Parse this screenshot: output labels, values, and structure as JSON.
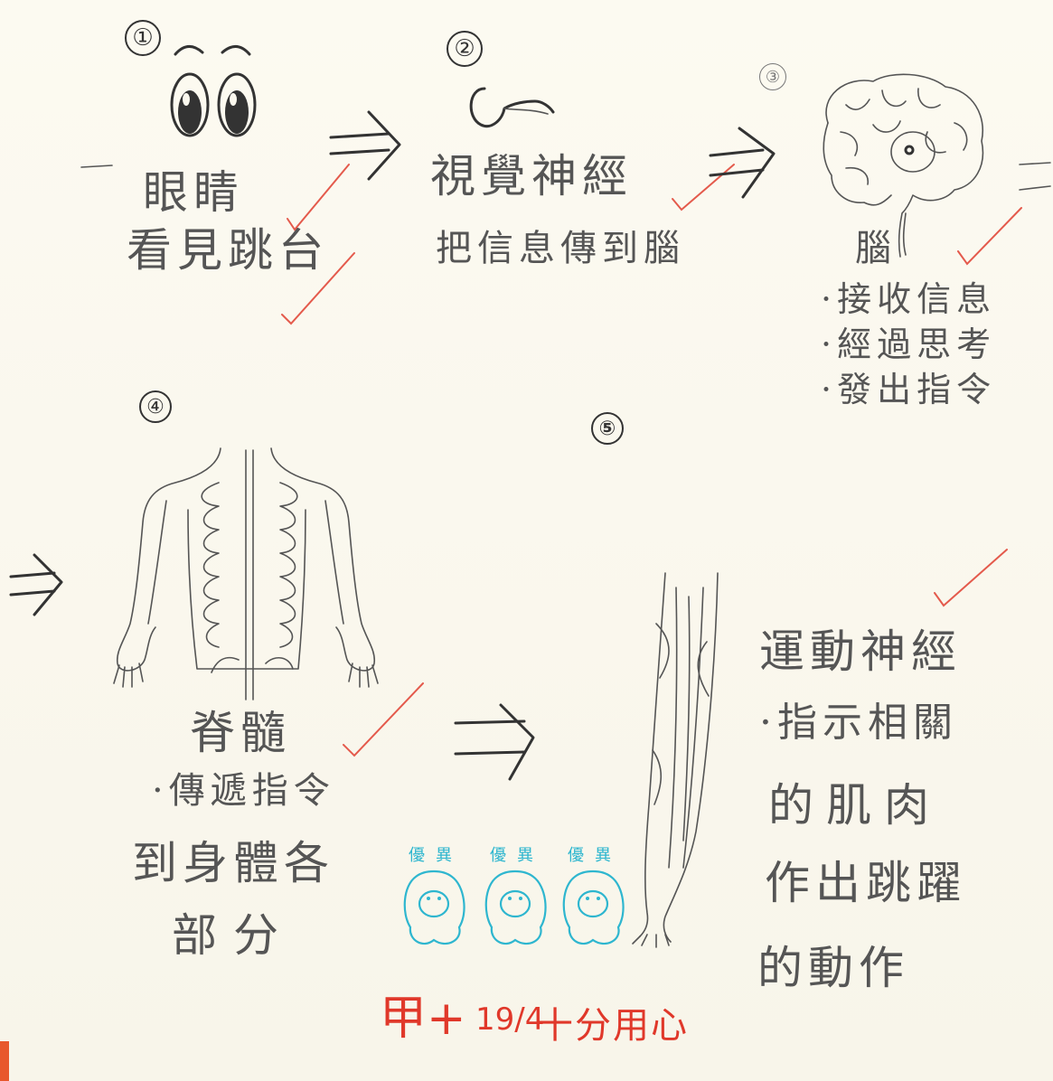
{
  "steps": [
    {
      "number": "①",
      "lines": [
        "眼睛",
        "看見跳台"
      ]
    },
    {
      "number": "②",
      "lines": [
        "視覺神經",
        "把信息傳到腦"
      ]
    },
    {
      "number": "③",
      "lines": [
        "腦",
        "·接收信息",
        "·經過思考",
        "·發出指令"
      ]
    },
    {
      "number": "④",
      "lines": [
        "脊髓",
        "·傳遞指令",
        "到身體各",
        "部分"
      ]
    },
    {
      "number": "⑤",
      "lines": [
        "運動神經",
        "·指示相關",
        "的肌肉",
        "作出跳躍",
        "的動作"
      ]
    }
  ],
  "arrow_glyph": "⇒",
  "stamp": {
    "text": "優異",
    "count": 3,
    "color": "#2eb6cf"
  },
  "teacher_note": {
    "grade": "甲+",
    "date": "19/4",
    "comment": "十分用心",
    "color": "#e0382a"
  },
  "icons": [
    "eyes-icon",
    "optic-nerve-icon",
    "brain-icon",
    "spinal-cord-icon",
    "arm-muscle-icon",
    "check-mark-icon"
  ]
}
